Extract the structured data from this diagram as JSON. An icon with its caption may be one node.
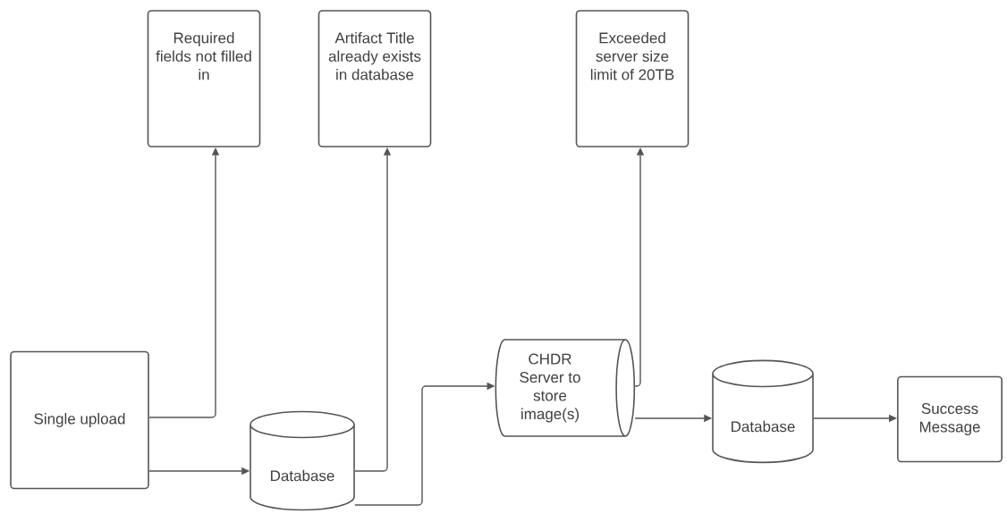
{
  "diagram": {
    "nodes": [
      {
        "text": [
          "Required fields not filled in"
        ]
      },
      {
        "text": [
          "Artifact Title already exists in database"
        ]
      },
      {
        "text": [
          "Exceeded server size limit of 20TB"
        ]
      },
      {
        "text": [
          "Single upload"
        ]
      },
      {
        "text": [
          "Database"
        ]
      },
      {
        "text": [
          "CHDR Server to store image(s)"
        ]
      },
      {
        "text": [
          "Database"
        ]
      },
      {
        "text": [
          "Success Message"
        ]
      }
    ],
    "edges": [
      {
        "from": 3,
        "to": 0,
        "arrow": "to"
      },
      {
        "from": 3,
        "to": 4,
        "arrow": "to"
      },
      {
        "from": 4,
        "to": 1,
        "arrow": "to"
      },
      {
        "from": 4,
        "to": 5,
        "arrow": "to"
      },
      {
        "from": 5,
        "to": 2,
        "arrow": "to"
      },
      {
        "from": 5,
        "to": 6,
        "arrow": "to"
      },
      {
        "from": 6,
        "to": 7,
        "arrow": "to"
      }
    ]
  }
}
